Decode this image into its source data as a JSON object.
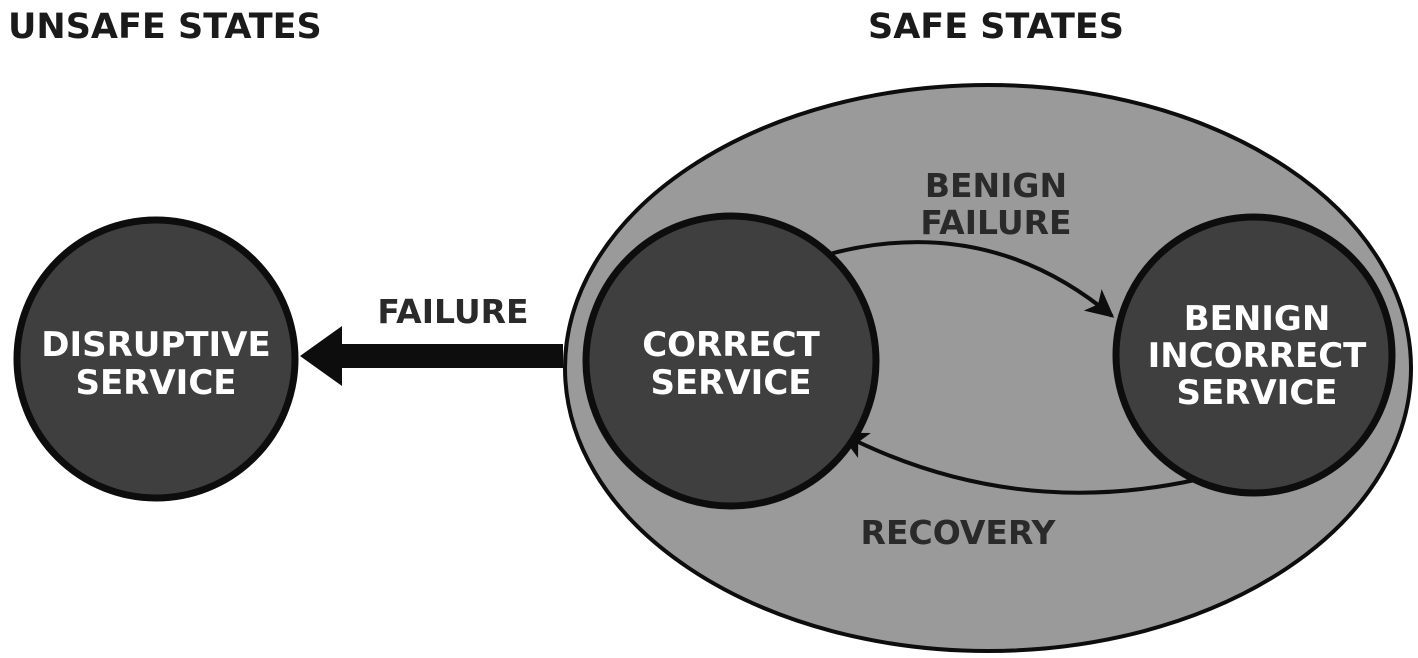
{
  "headings": {
    "unsafe": "UNSAFE STATES",
    "safe": "SAFE STATES"
  },
  "nodes": {
    "disruptive": {
      "line1": "DISRUPTIVE",
      "line2": "SERVICE"
    },
    "correct": {
      "line1": "CORRECT",
      "line2": "SERVICE"
    },
    "benign_incorrect": {
      "line1": "BENIGN",
      "line2": "INCORRECT",
      "line3": "SERVICE"
    }
  },
  "edges": {
    "failure": "FAILURE",
    "benign_failure": {
      "line1": "BENIGN",
      "line2": "FAILURE"
    },
    "recovery": "RECOVERY"
  },
  "colors": {
    "node_fill": "#3f3f3f",
    "node_stroke": "#0d0d0d",
    "region_fill": "#9a9a9a",
    "arrow": "#0d0d0d",
    "text_dark": "#1a1a1a",
    "text_light": "#ffffff"
  }
}
